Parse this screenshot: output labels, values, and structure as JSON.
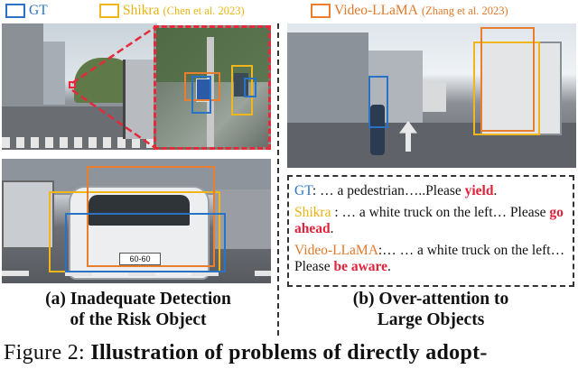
{
  "legend": {
    "gt": {
      "label": "GT",
      "color": "#2a72c4"
    },
    "shikra": {
      "label": "Shikra",
      "citation": "(Chen et al. 2023)",
      "color": "#f0b61c"
    },
    "videollama": {
      "label": "Video-LLaMA",
      "citation": "(Zhang et al. 2023)",
      "color": "#e97f2e"
    }
  },
  "highlight_color": "#e0223a",
  "panel_a": {
    "caption_line1": "(a) Inadequate Detection",
    "caption_line2": "of the Risk Object",
    "plate_text": "60-60"
  },
  "panel_b": {
    "caption_line1": "(b) Over-attention to",
    "caption_line2": "Large Objects",
    "responses": [
      {
        "speaker": "GT",
        "text": ": … a pedestrian…..Please ",
        "action": "yield",
        "end": "."
      },
      {
        "speaker": "Shikra",
        "text": " : … a white truck on the left… Please ",
        "action": "go ahead",
        "end": "."
      },
      {
        "speaker": "Video-LLaMA",
        "text": ":… … a white truck on the left… Please ",
        "action": "be aware",
        "end": "."
      }
    ]
  },
  "figure_caption": {
    "prefix": "Figure 2: ",
    "bold": "Illustration of problems of directly adopt-"
  }
}
